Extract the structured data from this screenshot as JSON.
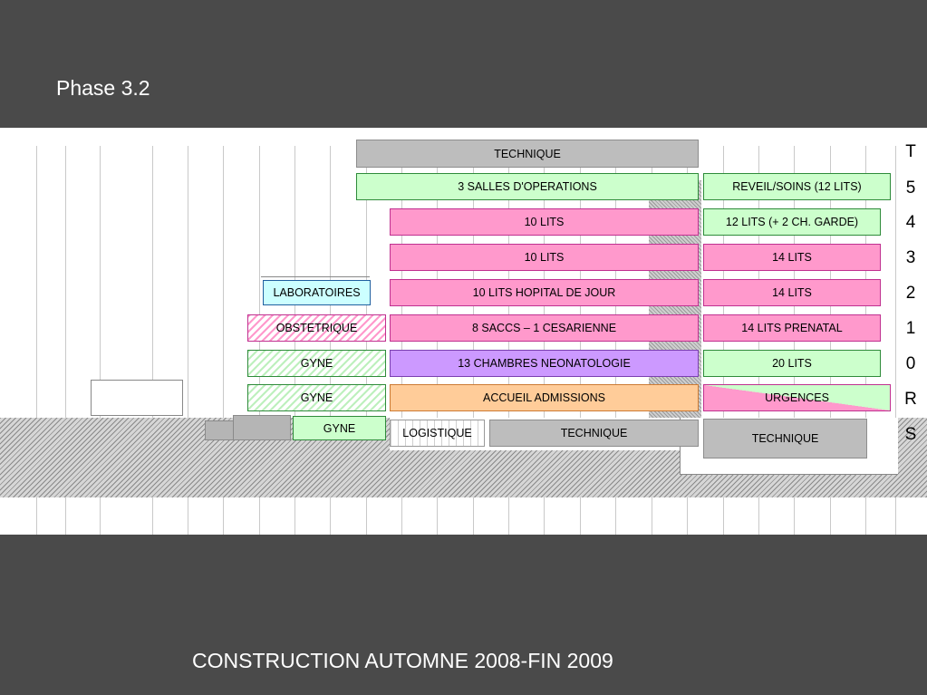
{
  "title": "Phase 3.2",
  "footer": "CONSTRUCTION AUTOMNE 2008-FIN 2009",
  "levels": [
    "T",
    "5",
    "4",
    "3",
    "2",
    "1",
    "0",
    "R",
    "S"
  ],
  "blocks": {
    "technique_top": "TECHNIQUE",
    "salles_operations": "3 SALLES D'OPERATIONS",
    "reveil_soins": "REVEIL/SOINS (12 LITS)",
    "lits4_left": "10 LITS",
    "lits4_right": "12 LITS (+ 2 CH. GARDE)",
    "lits3_left": "10 LITS",
    "lits3_right": "14 LITS",
    "laboratoires": "LABORATOIRES",
    "lits2_left": "10 LITS HOPITAL DE JOUR",
    "lits2_right": "14 LITS",
    "obstetrique": "OBSTETRIQUE",
    "saccs": "8 SACCS – 1 CESARIENNE",
    "prenatal": "14 LITS PRENATAL",
    "gyne_0": "GYNE",
    "neonatologie": "13 CHAMBRES NEONATOLOGIE",
    "lits_20": "20 LITS",
    "gyne_r": "GYNE",
    "accueil": "ACCUEIL ADMISSIONS",
    "urgences": "URGENCES",
    "gyne_s": "GYNE",
    "logistique": "LOGISTIQUE",
    "technique_s_mid": "TECHNIQUE",
    "technique_s_right": "TECHNIQUE"
  },
  "colors": {
    "technique": "#bdbdbd",
    "operations_green": "#ccffcc",
    "beds_pink": "#ff99cc",
    "neonatology_purple": "#cc99ff",
    "admissions_orange": "#ffcc99",
    "laboratory_cyan": "#ccffff",
    "header_bg": "#4a4a4a"
  }
}
